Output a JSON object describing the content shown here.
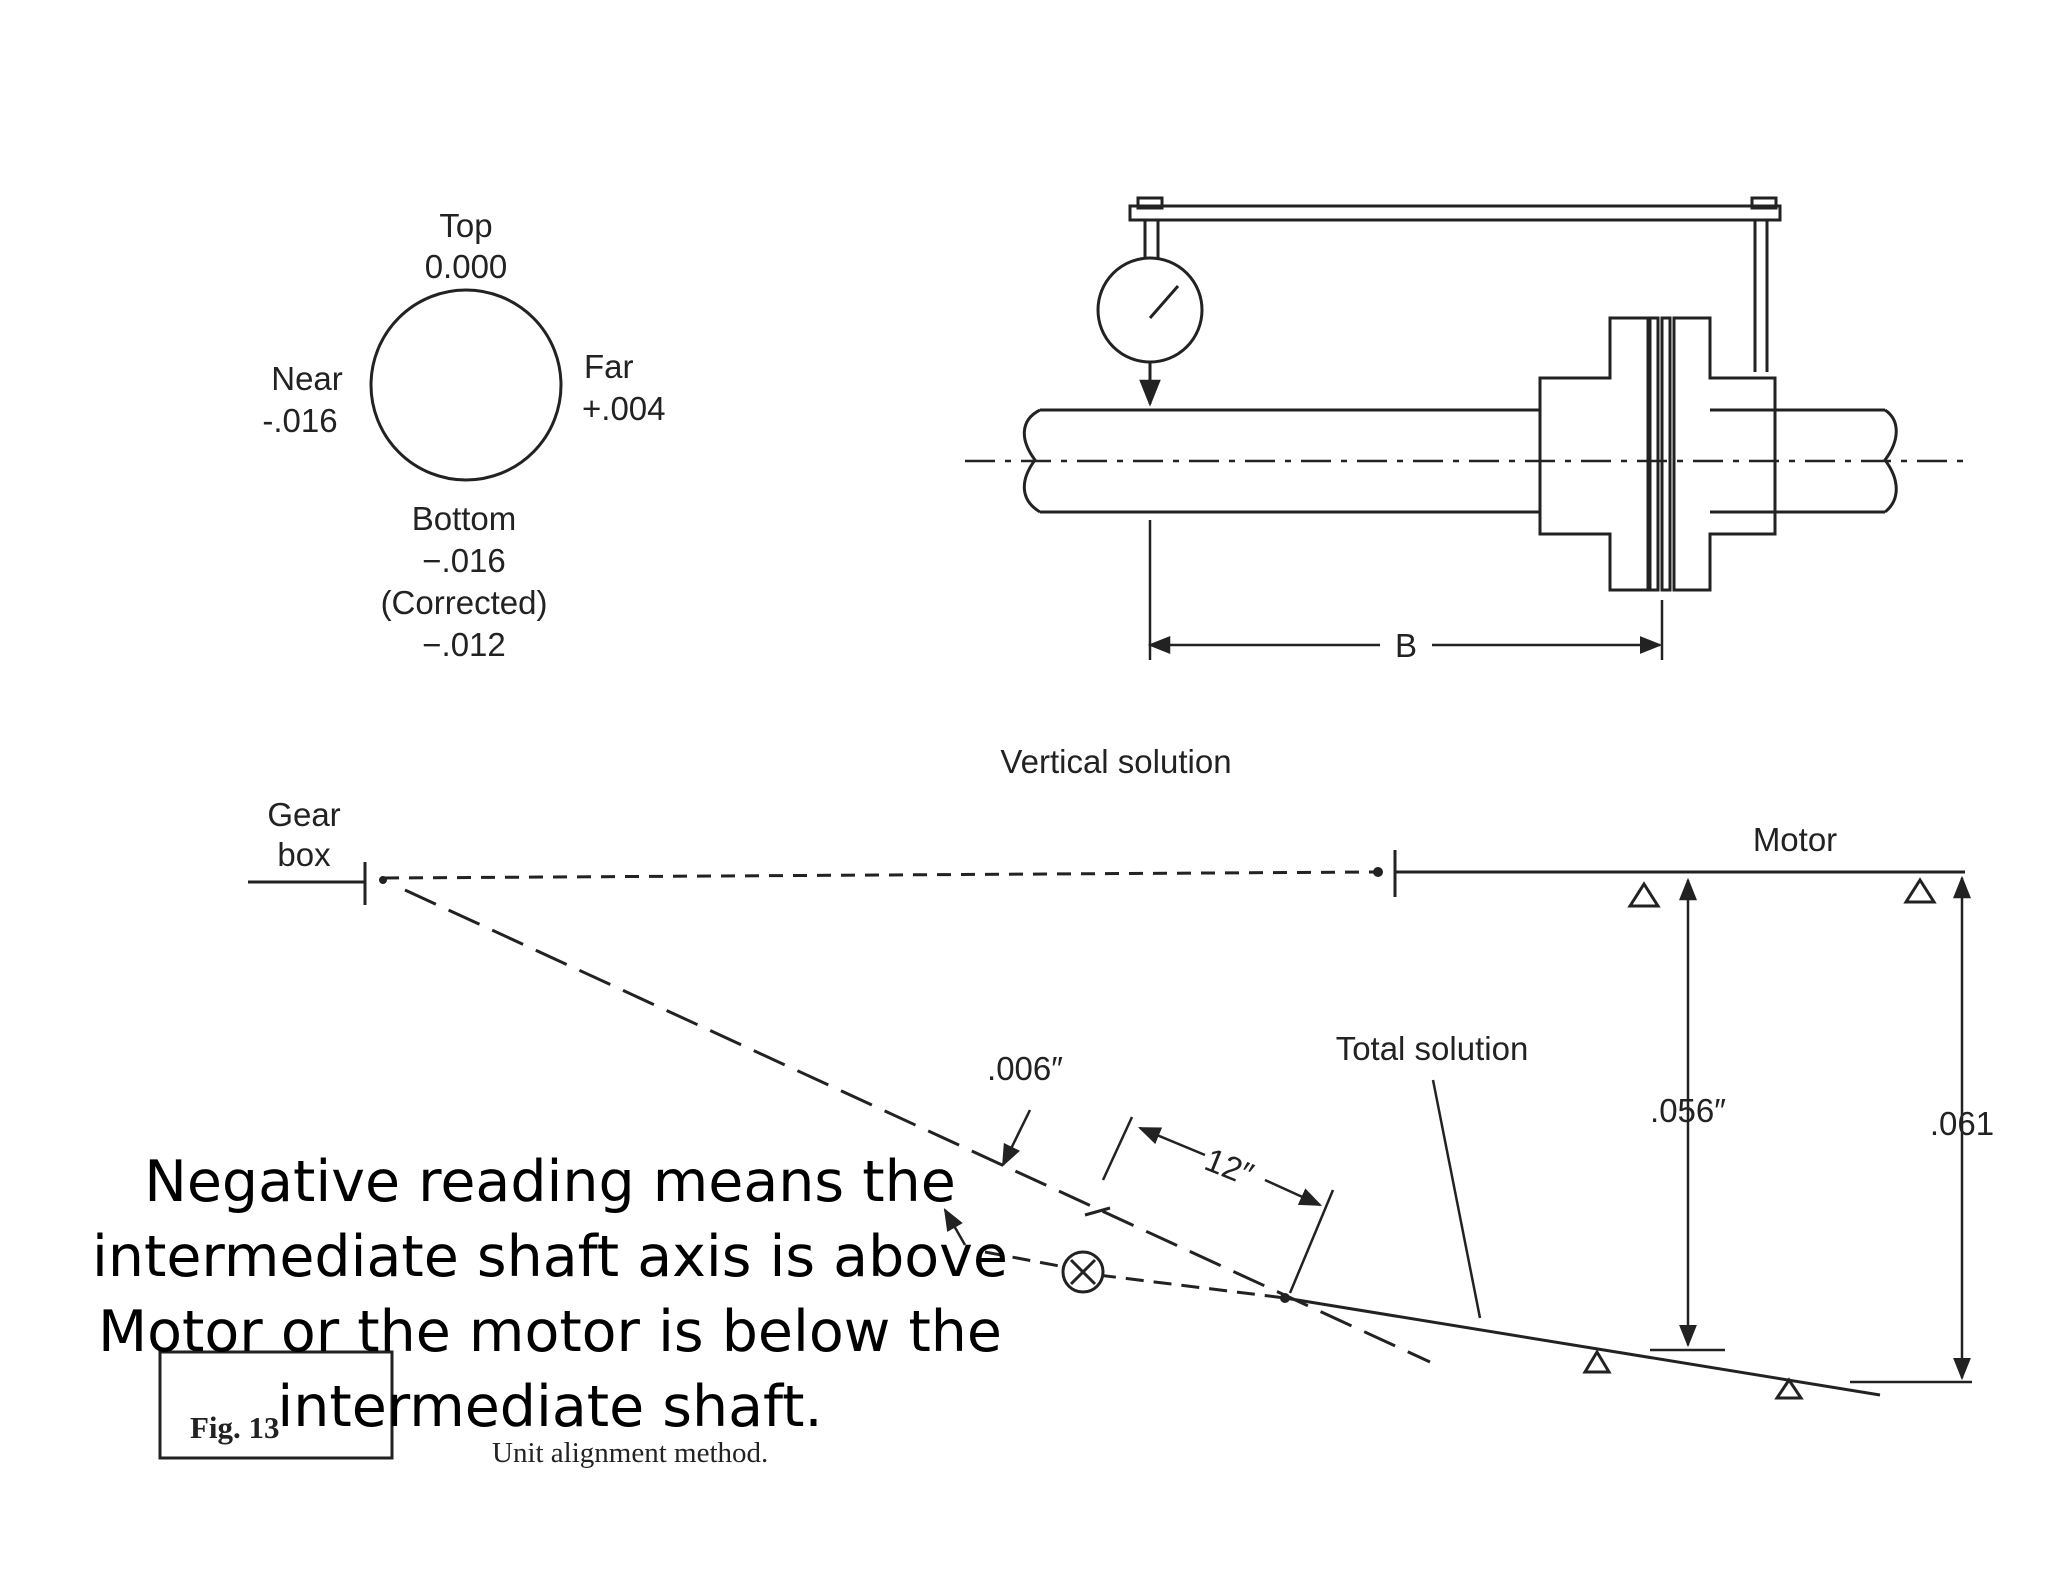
{
  "dial_readings": {
    "top_label": "Top",
    "top_value": "0.000",
    "near_label": "Near",
    "near_value": "-.016",
    "far_label": "Far",
    "far_value": "+.004",
    "bottom_label": "Bottom",
    "bottom_value": "−.016",
    "corrected_label": "(Corrected)",
    "corrected_value": "−.012"
  },
  "setup": {
    "dimension_label": "B"
  },
  "vertical_solution": {
    "title": "Vertical solution",
    "gearbox_label_line1": "Gear",
    "gearbox_label_line2": "box",
    "motor_label": "Motor",
    "total_solution_label": "Total solution",
    "offset_006": ".006″",
    "distance_12": "12″",
    "offset_056": ".056″",
    "offset_061": ".061"
  },
  "figure": {
    "number": "Fig. 13",
    "caption": "Unit alignment method."
  },
  "note": {
    "line1": "Negative reading means the",
    "line2": "intermediate shaft axis  is above",
    "line3": "Motor or the motor is below the",
    "line4": "intermediate shaft."
  }
}
